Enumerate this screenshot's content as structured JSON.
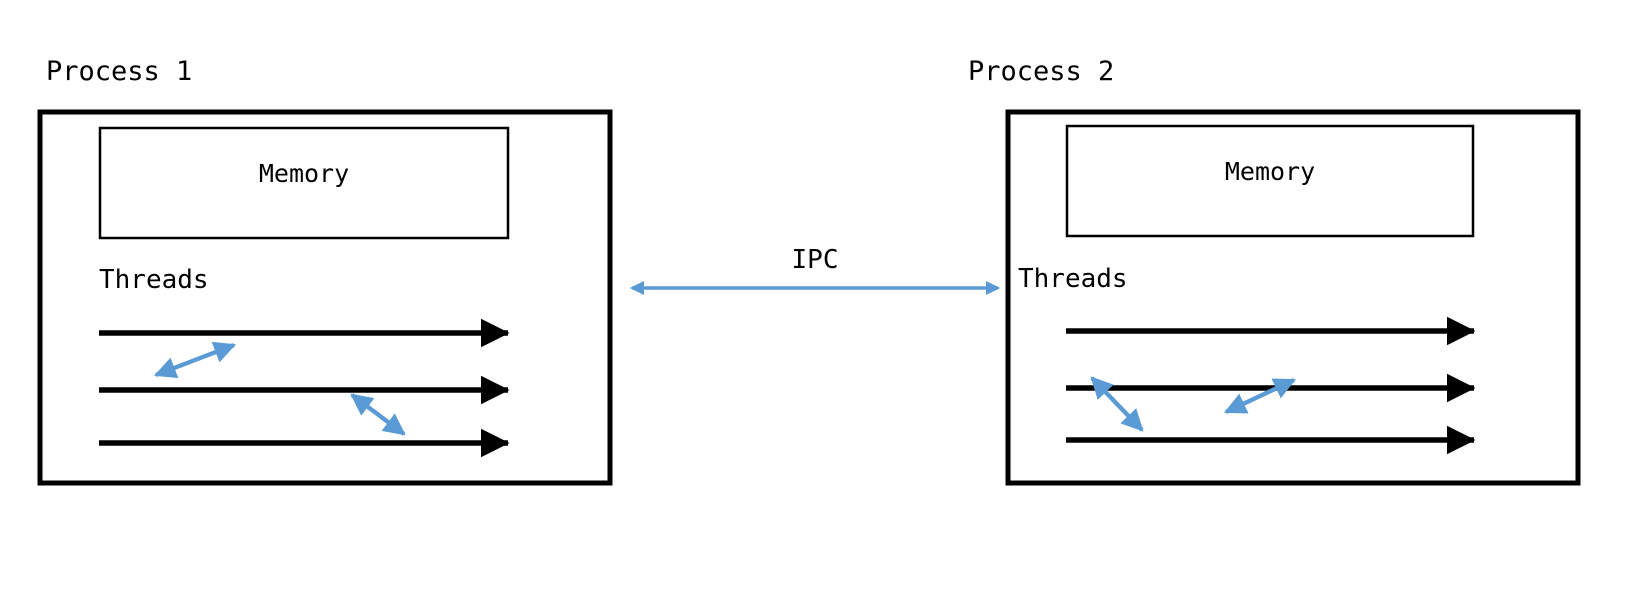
{
  "diagram": {
    "title": "Two processes with memory, threads and IPC",
    "background_color": "#ffffff",
    "box_stroke_color": "#000000",
    "thread_arrow_color": "#000000",
    "sync_arrow_color": "#5B9BD5",
    "ipc_arrow_color": "#5B9BD5"
  },
  "processes": [
    {
      "id": "process-1",
      "label": "Process 1",
      "memory": {
        "label": "Memory"
      },
      "threads": {
        "label": "Threads",
        "count": 3
      }
    },
    {
      "id": "process-2",
      "label": "Process 2",
      "memory": {
        "label": "Memory"
      },
      "threads": {
        "label": "Threads",
        "count": 3
      }
    }
  ],
  "ipc": {
    "label": "IPC",
    "direction": "bidirectional"
  }
}
